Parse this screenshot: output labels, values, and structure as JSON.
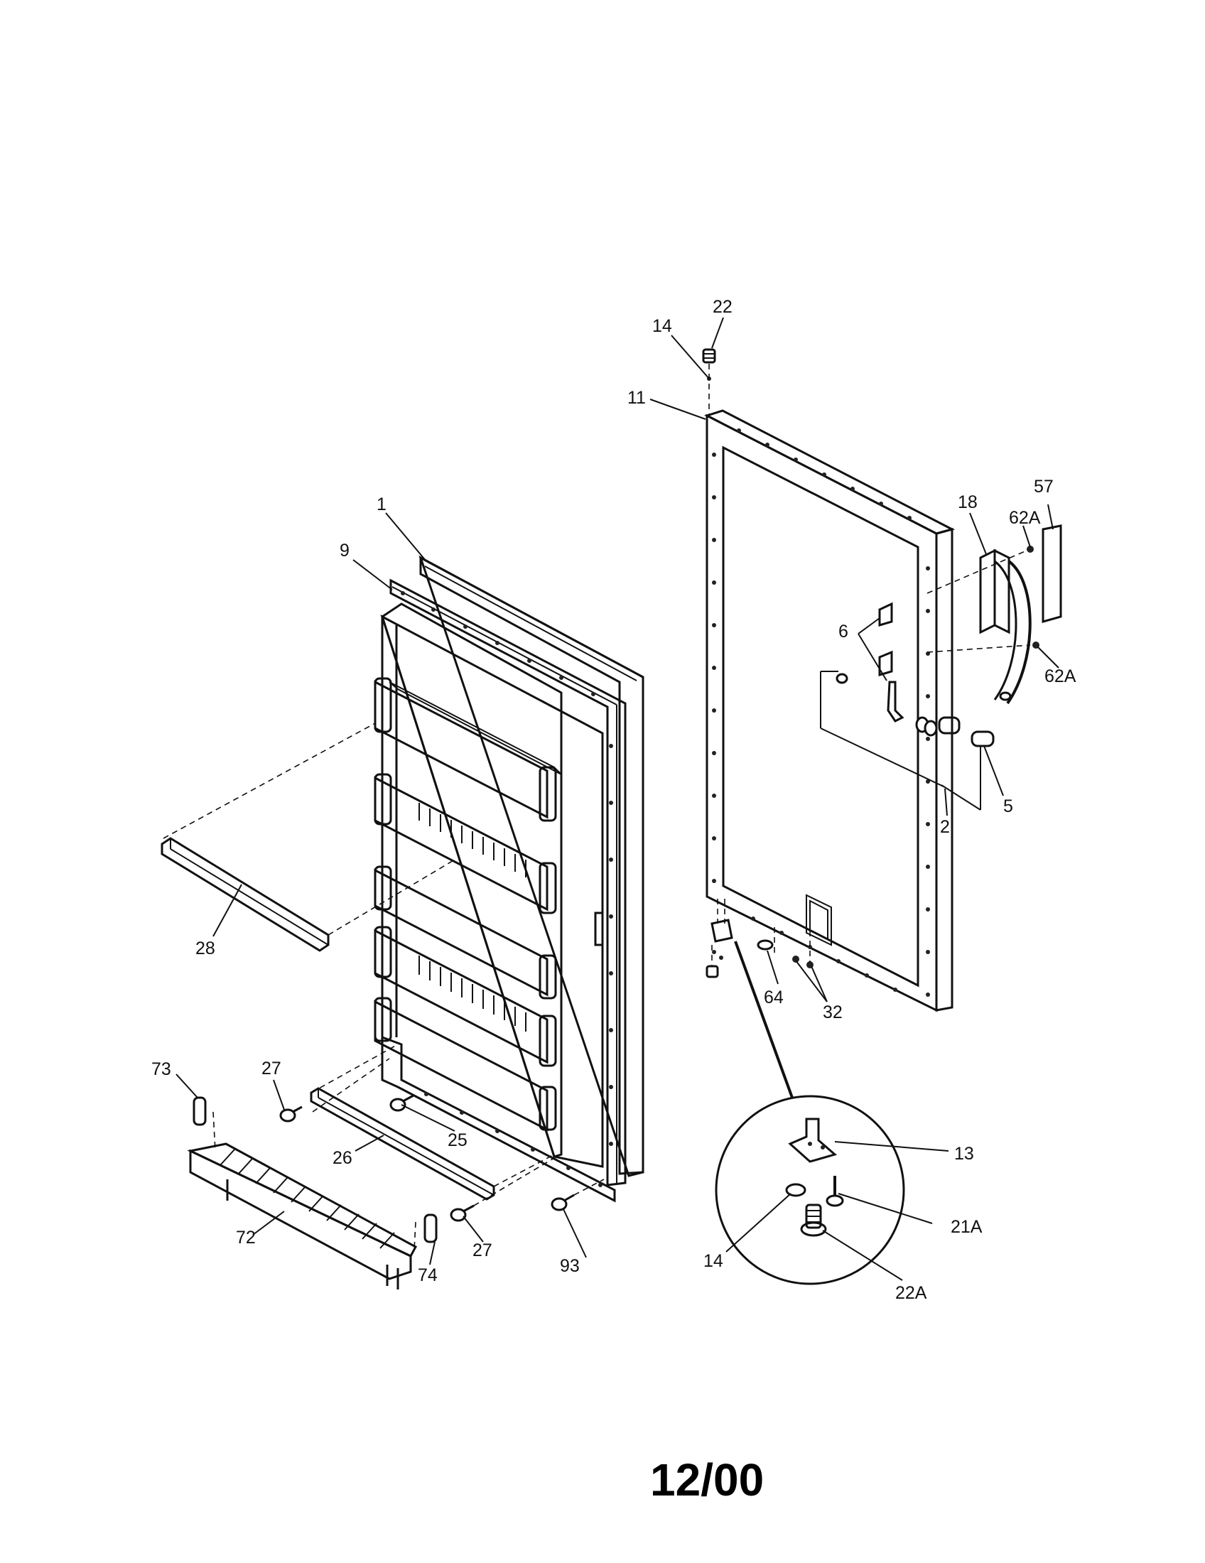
{
  "labels": {
    "door_shell": "1",
    "door_liner": "2",
    "handle_screw": "5",
    "hinge_cover": "6",
    "door_gasket": "9",
    "door_panel": "11",
    "hinge_bracket": "13",
    "washer_top": "14",
    "washer_detail": "14",
    "handle": "18",
    "screw_detail": "21A",
    "bushing_top": "22",
    "bushing_detail": "22A",
    "screw_shelf": "25",
    "shelf_rail_lower": "26",
    "screw_27_upper": "27",
    "screw_27_lower": "27",
    "shelf_rail_upper": "28",
    "plug": "32",
    "handle_trim": "57",
    "screw_62a_upper": "62A",
    "screw_62a_lower": "62A",
    "stop": "64",
    "basket": "72",
    "bracket_left": "73",
    "bracket_right": "74",
    "screw_93": "93"
  },
  "footer": {
    "date": "12/00"
  }
}
